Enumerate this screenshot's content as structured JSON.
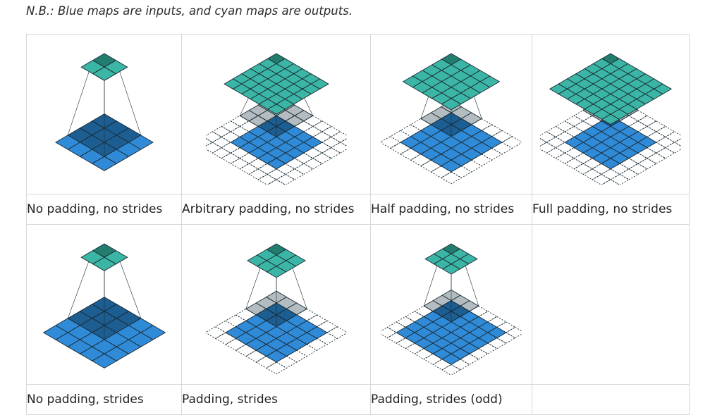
{
  "note": "N.B.: Blue maps are inputs, and cyan maps are outputs.",
  "colors": {
    "input": "#2f8ad8",
    "input_dark": "#1c5d92",
    "output": "#3bb5a5",
    "output_dark": "#237d6f",
    "padding_grey": "#b3bcc0",
    "stroke": "#1b2b33"
  },
  "cells": [
    {
      "caption": "No padding, no strides",
      "input": 4,
      "pad": 0,
      "output": 2,
      "kernel": 3,
      "stride": 1
    },
    {
      "caption": "Arbitrary padding, no strides",
      "input": 5,
      "pad": 2,
      "output": 6,
      "kernel": 4,
      "stride": 1
    },
    {
      "caption": "Half padding, no strides",
      "input": 5,
      "pad": 1,
      "output": 5,
      "kernel": 3,
      "stride": 1
    },
    {
      "caption": "Full padding, no strides",
      "input": 5,
      "pad": 2,
      "output": 7,
      "kernel": 3,
      "stride": 1
    },
    {
      "caption": "No padding, strides",
      "input": 5,
      "pad": 0,
      "output": 2,
      "kernel": 3,
      "stride": 2
    },
    {
      "caption": "Padding, strides",
      "input": 5,
      "pad": 1,
      "output": 3,
      "kernel": 3,
      "stride": 2
    },
    {
      "caption": "Padding, strides (odd)",
      "input": 6,
      "pad": 1,
      "output": 3,
      "kernel": 3,
      "stride": 2
    },
    {
      "caption": ""
    }
  ]
}
